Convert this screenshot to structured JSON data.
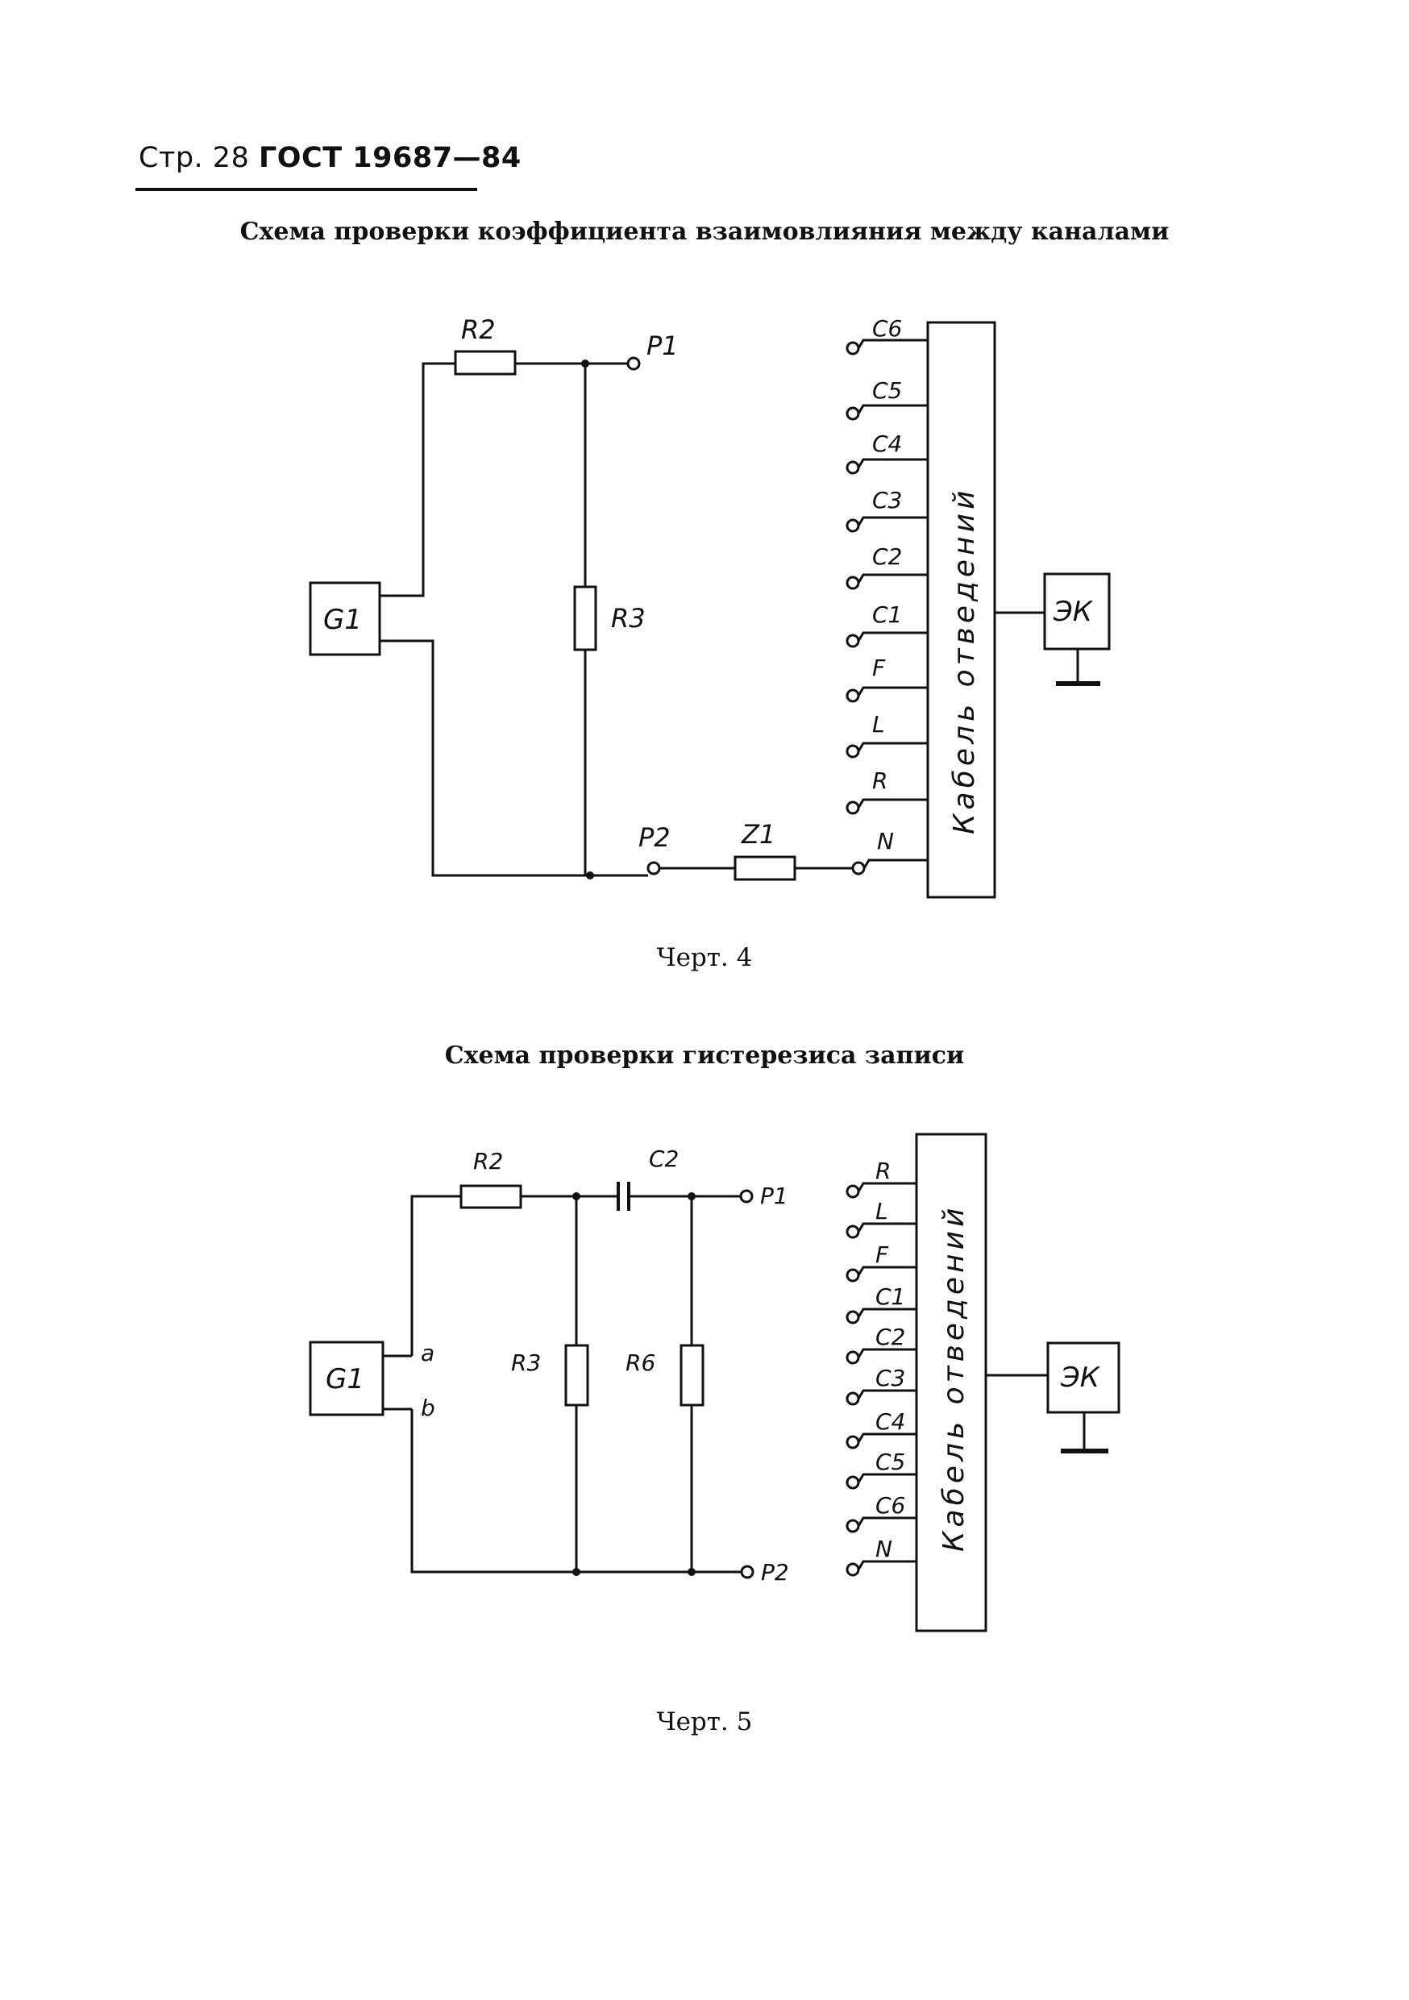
{
  "header": {
    "page": "Стр. 28",
    "standard": "ГОСТ 19687—84"
  },
  "figure4": {
    "title": "Схема проверки коэффициента взаимовлияния между каналами",
    "caption": "Черт. 4",
    "generator": "G1",
    "resistor_top": "R2",
    "resistor_mid": "R3",
    "impedance": "Z1",
    "point_top": "P1",
    "point_bottom": "P2",
    "cable": "Кабель отведений",
    "device": "ЭК",
    "leads": [
      "C6",
      "C5",
      "C4",
      "C3",
      "C2",
      "C1",
      "F",
      "L",
      "R",
      "N"
    ]
  },
  "figure5": {
    "title": "Схема проверки гистерезиса записи",
    "caption": "Черт. 5",
    "generator": "G1",
    "terminal_a": "a",
    "terminal_b": "b",
    "resistor_top": "R2",
    "capacitor": "C2",
    "resistor_mid": "R3",
    "resistor_right": "R6",
    "point_top": "P1",
    "point_bottom": "P2",
    "cable": "Кабель отведений",
    "device": "ЭК",
    "leads": [
      "R",
      "L",
      "F",
      "C1",
      "C2",
      "C3",
      "C4",
      "C5",
      "C6",
      "N"
    ]
  }
}
